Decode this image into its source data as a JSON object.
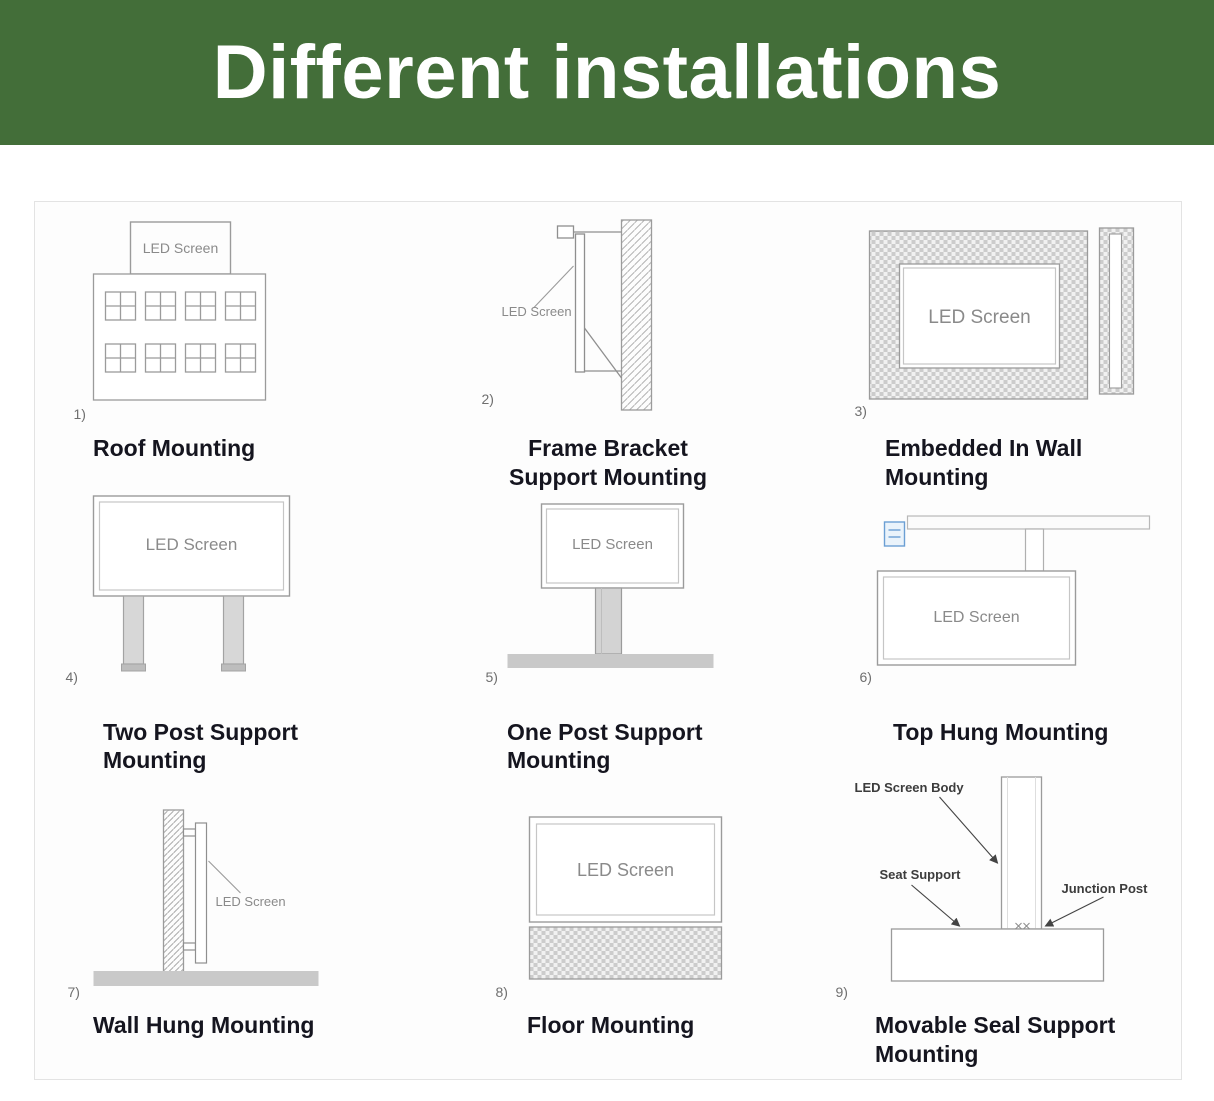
{
  "header": {
    "title": "Different installations",
    "bg_color": "#436e39",
    "text_color": "#ffffff"
  },
  "cells": [
    {
      "num": "1)",
      "label": "Roof Mounting",
      "screen_text": "LED Screen"
    },
    {
      "num": "2)",
      "label": "Frame Bracket Support Mounting",
      "screen_text": "LED Screen"
    },
    {
      "num": "3)",
      "label": "Embedded In Wall Mounting",
      "screen_text": "LED Screen"
    },
    {
      "num": "4)",
      "label": "Two Post Support Mounting",
      "screen_text": "LED Screen"
    },
    {
      "num": "5)",
      "label": "One Post Support Mounting",
      "screen_text": "LED Screen"
    },
    {
      "num": "6)",
      "label": "Top Hung Mounting",
      "screen_text": "LED Screen"
    },
    {
      "num": "7)",
      "label": "Wall Hung Mounting",
      "screen_text": "LED Screen"
    },
    {
      "num": "8)",
      "label": "Floor Mounting",
      "screen_text": "LED Screen"
    },
    {
      "num": "9)",
      "label": "Movable Seal Support Mounting",
      "annotations": {
        "body": "LED Screen Body",
        "seat": "Seat Support",
        "junction": "Junction Post"
      }
    }
  ]
}
